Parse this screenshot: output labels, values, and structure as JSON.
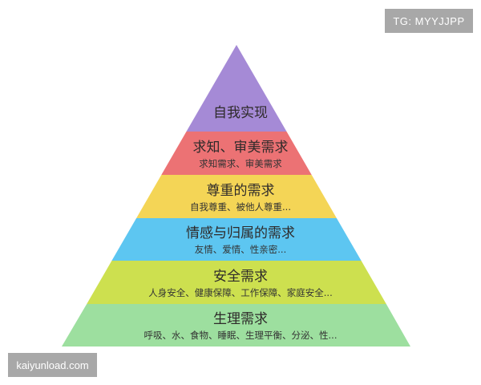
{
  "watermarks": {
    "top_right": "TG: MYYJJPP",
    "bottom_left": "kaiyunload.com"
  },
  "pyramid": {
    "levels": [
      {
        "title": "自我实现",
        "subtitle": "",
        "color": "#a58ad6"
      },
      {
        "title": "求知、审美需求",
        "subtitle": "求知需求、审美需求",
        "color": "#ec7274"
      },
      {
        "title": "尊重的需求",
        "subtitle": "自我尊重、被他人尊重...",
        "color": "#f4d556"
      },
      {
        "title": "情感与归属的需求",
        "subtitle": "友情、爱情、性亲密...",
        "color": "#5dc6f1"
      },
      {
        "title": "安全需求",
        "subtitle": "人身安全、健康保障、工作保障、家庭安全...",
        "color": "#cde04f"
      },
      {
        "title": "生理需求",
        "subtitle": "呼吸、水、食物、睡眠、生理平衡、分泌、性...",
        "color": "#9ddf9f"
      }
    ]
  }
}
